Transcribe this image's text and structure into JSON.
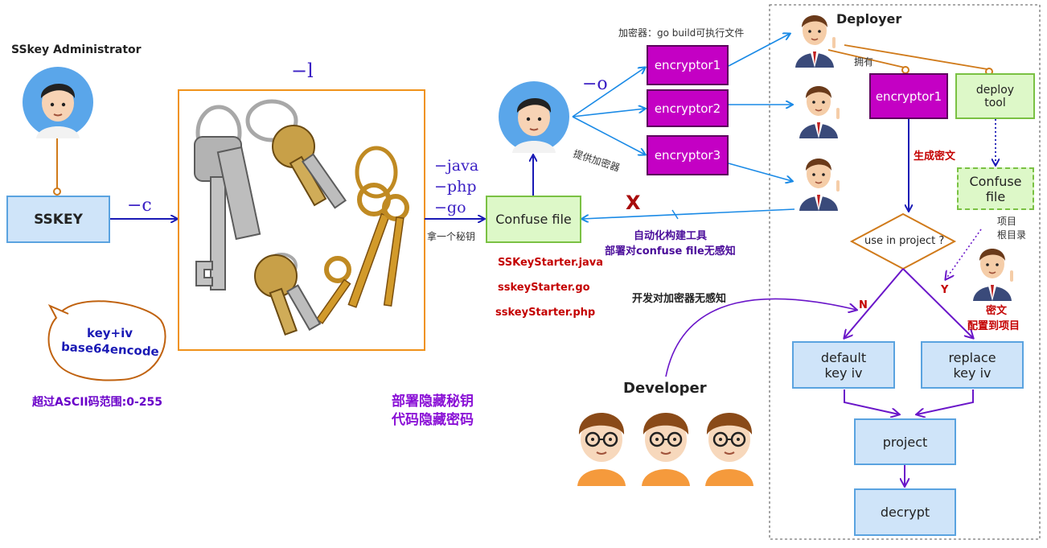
{
  "admin": {
    "title": "SSkey Administrator"
  },
  "sskey_box": {
    "label": "SSKEY"
  },
  "flags": {
    "c": "−c",
    "l": "−l",
    "java": "−java",
    "php": "−php",
    "go": "−go",
    "o": "−o"
  },
  "cloud": {
    "line1": "key+iv",
    "line2": "base64encode"
  },
  "ascii_note": "超过ASCII码范围:0-255",
  "hide_note": {
    "line1": "部署隐藏秘钥",
    "line2": "代码隐藏密码"
  },
  "take_key": "拿一个秘钥",
  "confuse_box": {
    "label": "Confuse file"
  },
  "starters": [
    "SSKeyStarter.java",
    "sskeyStarter.go",
    "sskeyStarter.php"
  ],
  "encryptor_note": "加密器：go build可执行文件",
  "provide_note": "提供加密器",
  "encryptors": [
    "encryptor1",
    "encryptor2",
    "encryptor3"
  ],
  "x_mark": "X",
  "auto_build": {
    "line1": "自动化构建工具",
    "line2": "部署对confuse file无感知"
  },
  "dev_unaware": "开发对加密器无感知",
  "developer": {
    "title": "Developer"
  },
  "deployer": {
    "title": "Deployer",
    "owns": "拥有",
    "encryptor_box": "encryptor1",
    "deploy_tool": {
      "line1": "deploy",
      "line2": "tool"
    },
    "gen_cipher": "生成密文",
    "confuse_file": {
      "line1": "Confuse",
      "line2": "file"
    },
    "project_root": {
      "line1": "项目",
      "line2": "根目录"
    },
    "decision": "use in project ?",
    "no": "N",
    "yes": "Y",
    "cipher_config": {
      "line1": "密文",
      "line2": "配置到项目"
    },
    "default_box": {
      "line1": "default",
      "line2": "key iv"
    },
    "replace_box": {
      "line1": "replace",
      "line2": "key iv"
    },
    "project_box": "project",
    "decrypt_box": "decrypt"
  },
  "colors": {
    "arrow_blue": "#1a8ae6",
    "arrow_navy": "#1a1ab5",
    "arrow_purple": "#6a16c9",
    "orange": "#d07a1a",
    "magenta": "#c400c4"
  }
}
